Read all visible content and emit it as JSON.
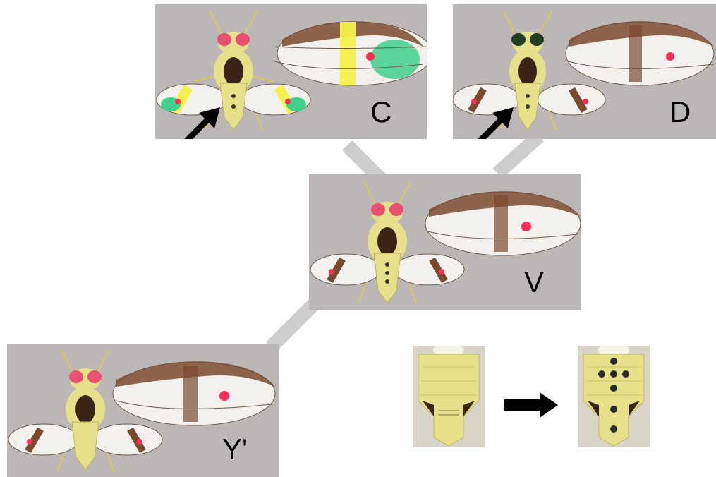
{
  "panels": {
    "c": {
      "label": "C",
      "eye_color": "#e8506f",
      "green_patches": true,
      "yellow_bands": true,
      "has_arrow": true
    },
    "d": {
      "label": "D",
      "eye_color": "#1f3d1f",
      "green_patches": false,
      "yellow_bands": false,
      "has_arrow": true
    },
    "v": {
      "label": "V",
      "eye_color": "#e8506f",
      "green_patches": false,
      "yellow_bands": false,
      "has_arrow": false
    },
    "y": {
      "label": "Y'",
      "eye_color": "#e8506f",
      "green_patches": false,
      "yellow_bands": false,
      "has_arrow": false
    }
  },
  "colors": {
    "panel_bg": "#bcb7b7",
    "connector": "#cfcccc",
    "body_yellow": "#e6e08a",
    "wing_brown": "#7a4a2e",
    "wing_white": "#f3f1ee",
    "spot_red": "#ff2d55",
    "green_patch": "#3fd08a",
    "yellow_band": "#f6f04a",
    "arrow": "#000000"
  },
  "abdomen_transition": {
    "before": "plain-abdomen",
    "after": "spotted-abdomen",
    "arrow": "right-arrow-icon"
  }
}
